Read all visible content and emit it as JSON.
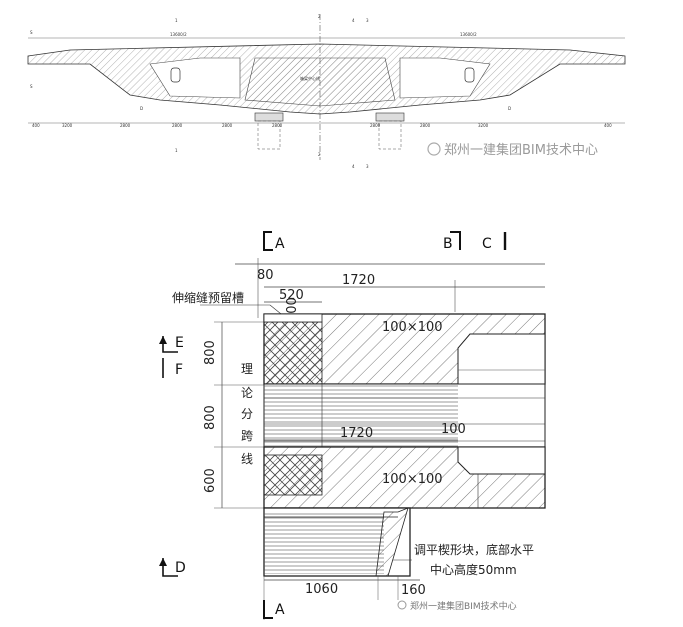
{
  "top_drawing": {
    "dims_top_left": "13600/2",
    "dims_top_right": "13600/2",
    "bottom_dims": [
      "400",
      "3200",
      "2800",
      "2800",
      "2800",
      "2800",
      "2800",
      "2800",
      "3200",
      "400"
    ],
    "section_marks": [
      "S",
      "S",
      "D",
      "D",
      "1",
      "1",
      "2",
      "2",
      "3",
      "3",
      "4",
      "4"
    ],
    "center_label": "箱梁中心线",
    "watermark": "郑州一建集团BIM技术中心"
  },
  "detail": {
    "sections": {
      "A_top": "A",
      "B_top": "B",
      "C_top": "C",
      "E_left": "E",
      "F_left": "F",
      "D_left": "D",
      "A_bottom": "A"
    },
    "dims": {
      "d80": "80",
      "d1720_top": "1720",
      "d520": "520",
      "d100_vertical": "100",
      "d100x100_top": "100×100",
      "d800_a": "800",
      "d800_b": "800",
      "d600": "600",
      "d1720_mid": "1720",
      "d100_mid": "100",
      "d100x100_bottom": "100×100",
      "d1060": "1060",
      "d160": "160"
    },
    "labels": {
      "expansion_slot": "伸缩缝预留槽",
      "span_line_chars": [
        "理",
        "论",
        "分",
        "跨",
        "线"
      ],
      "wedge_line1": "调平楔形块，底部水平",
      "wedge_line2": "中心高度50mm"
    },
    "watermark": "郑州一建集团BIM技术中心"
  }
}
